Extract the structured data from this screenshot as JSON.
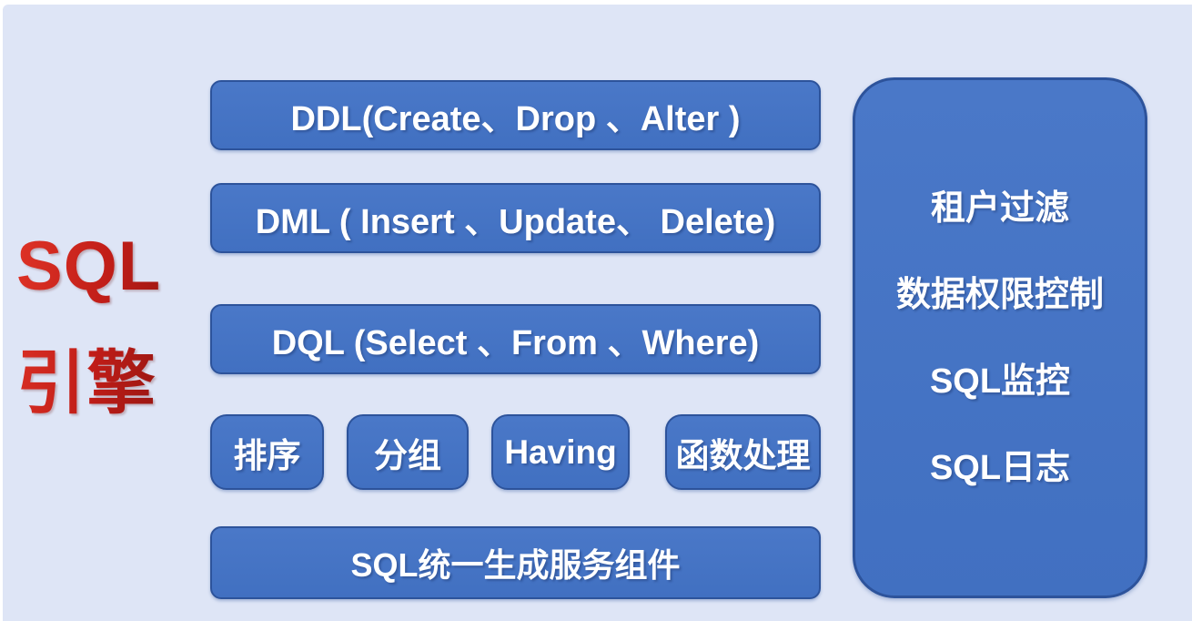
{
  "colors": {
    "background": "#dee5f6",
    "box_fill": "#4472c4",
    "box_border": "#2d539b",
    "box_text": "#ffffff",
    "title_gradient_start": "#e03427",
    "title_gradient_end": "#7e120e"
  },
  "title": {
    "line1": "SQL",
    "line2": "引擎"
  },
  "sql_statement_boxes": [
    {
      "id": "ddl",
      "label": "DDL(Create、Drop 、Alter )"
    },
    {
      "id": "dml",
      "label": "DML ( Insert 、Update、 Delete)"
    },
    {
      "id": "dql",
      "label": "DQL (Select 、From 、Where)"
    }
  ],
  "clause_boxes": [
    {
      "id": "sort",
      "label": "排序"
    },
    {
      "id": "group",
      "label": "分组"
    },
    {
      "id": "having",
      "label": "Having"
    },
    {
      "id": "function",
      "label": "函数处理"
    }
  ],
  "service_box": {
    "label": "SQL统一生成服务组件"
  },
  "side_panel": {
    "items": [
      "租户过滤",
      "数据权限控制",
      "SQL监控",
      "SQL日志"
    ]
  }
}
